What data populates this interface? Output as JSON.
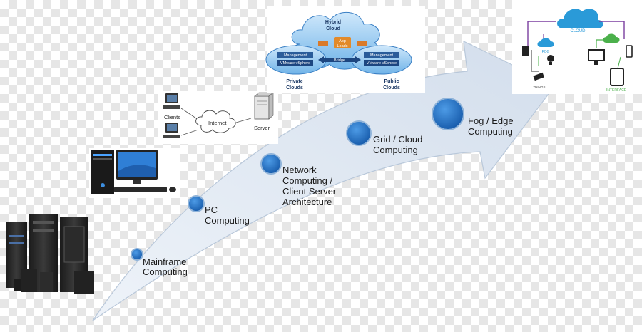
{
  "stages": [
    {
      "lines": [
        "Mainframe",
        "Computing"
      ]
    },
    {
      "lines": [
        "PC",
        "Computing"
      ]
    },
    {
      "lines": [
        "Network",
        "Computing /",
        "Client Server",
        "Architecture"
      ]
    },
    {
      "lines": [
        "Grid / Cloud",
        "Computing"
      ]
    },
    {
      "lines": [
        "Fog / Edge",
        "Computing"
      ]
    }
  ],
  "client_server": {
    "clients": "Clients",
    "internet": "Internet",
    "server": "Server"
  },
  "hybrid_cloud": {
    "title_1": "Hybrid",
    "title_2": "Cloud",
    "mgmt_left": "Management",
    "vmware_left": "VMware vSphere",
    "mgmt_right": "Management",
    "vmware_right": "VMware vSphere",
    "app_loads_1": "App",
    "app_loads_2": "Loads",
    "bridge": "Bridge",
    "private_1": "Private",
    "private_2": "Clouds",
    "public_1": "Public",
    "public_2": "Clouds"
  },
  "iot": {
    "cloud": "CLOUD",
    "fog": "FOG",
    "things": "THINGS",
    "interface": "INTERFACE"
  },
  "colors": {
    "node_fill": "#1f6fc0",
    "node_ring": "#8fb3d9",
    "arrow_fill": "#dde6f1",
    "arrow_stroke": "#b9c8da"
  }
}
